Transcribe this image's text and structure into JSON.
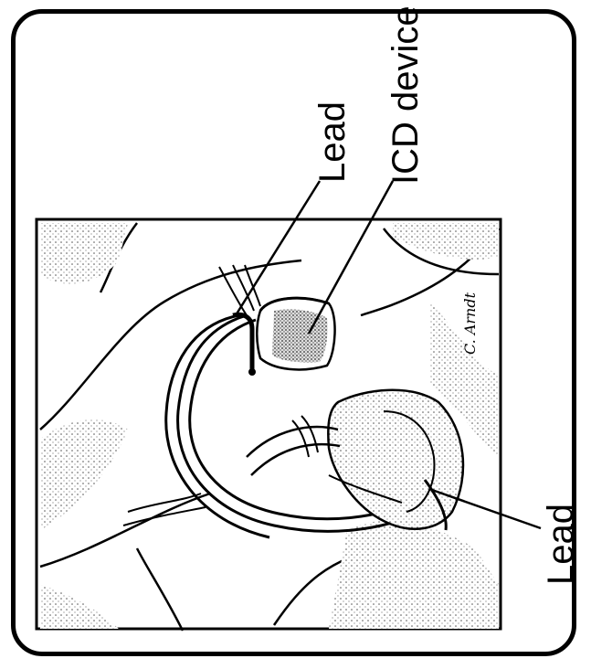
{
  "labels": {
    "lead_top": "Lead",
    "icd_device": "ICD device",
    "lead_bottom": "Lead"
  },
  "signature": "C. Arndt",
  "colors": {
    "ink": "#000000",
    "paper": "#ffffff",
    "shade": "#9a9a9a"
  }
}
